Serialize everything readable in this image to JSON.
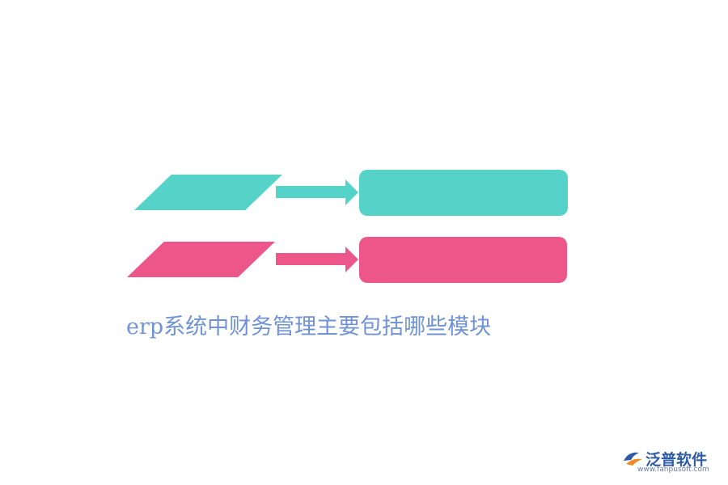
{
  "diagram": {
    "title": "erp系统中财务管理主要包括哪些模块",
    "rows": [
      {
        "id": "teal",
        "color": "#56d3c8",
        "label": "",
        "box_text": ""
      },
      {
        "id": "pink",
        "color": "#ec5688",
        "label": "",
        "box_text": ""
      }
    ]
  },
  "branding": {
    "logo_name": "泛普软件",
    "logo_url": "www.fanpusoft.com",
    "logo_color": "#2f5ba6",
    "logo_accent": "#f08a24"
  },
  "colors": {
    "title_text": "#6f93d6",
    "background": "#ffffff"
  }
}
